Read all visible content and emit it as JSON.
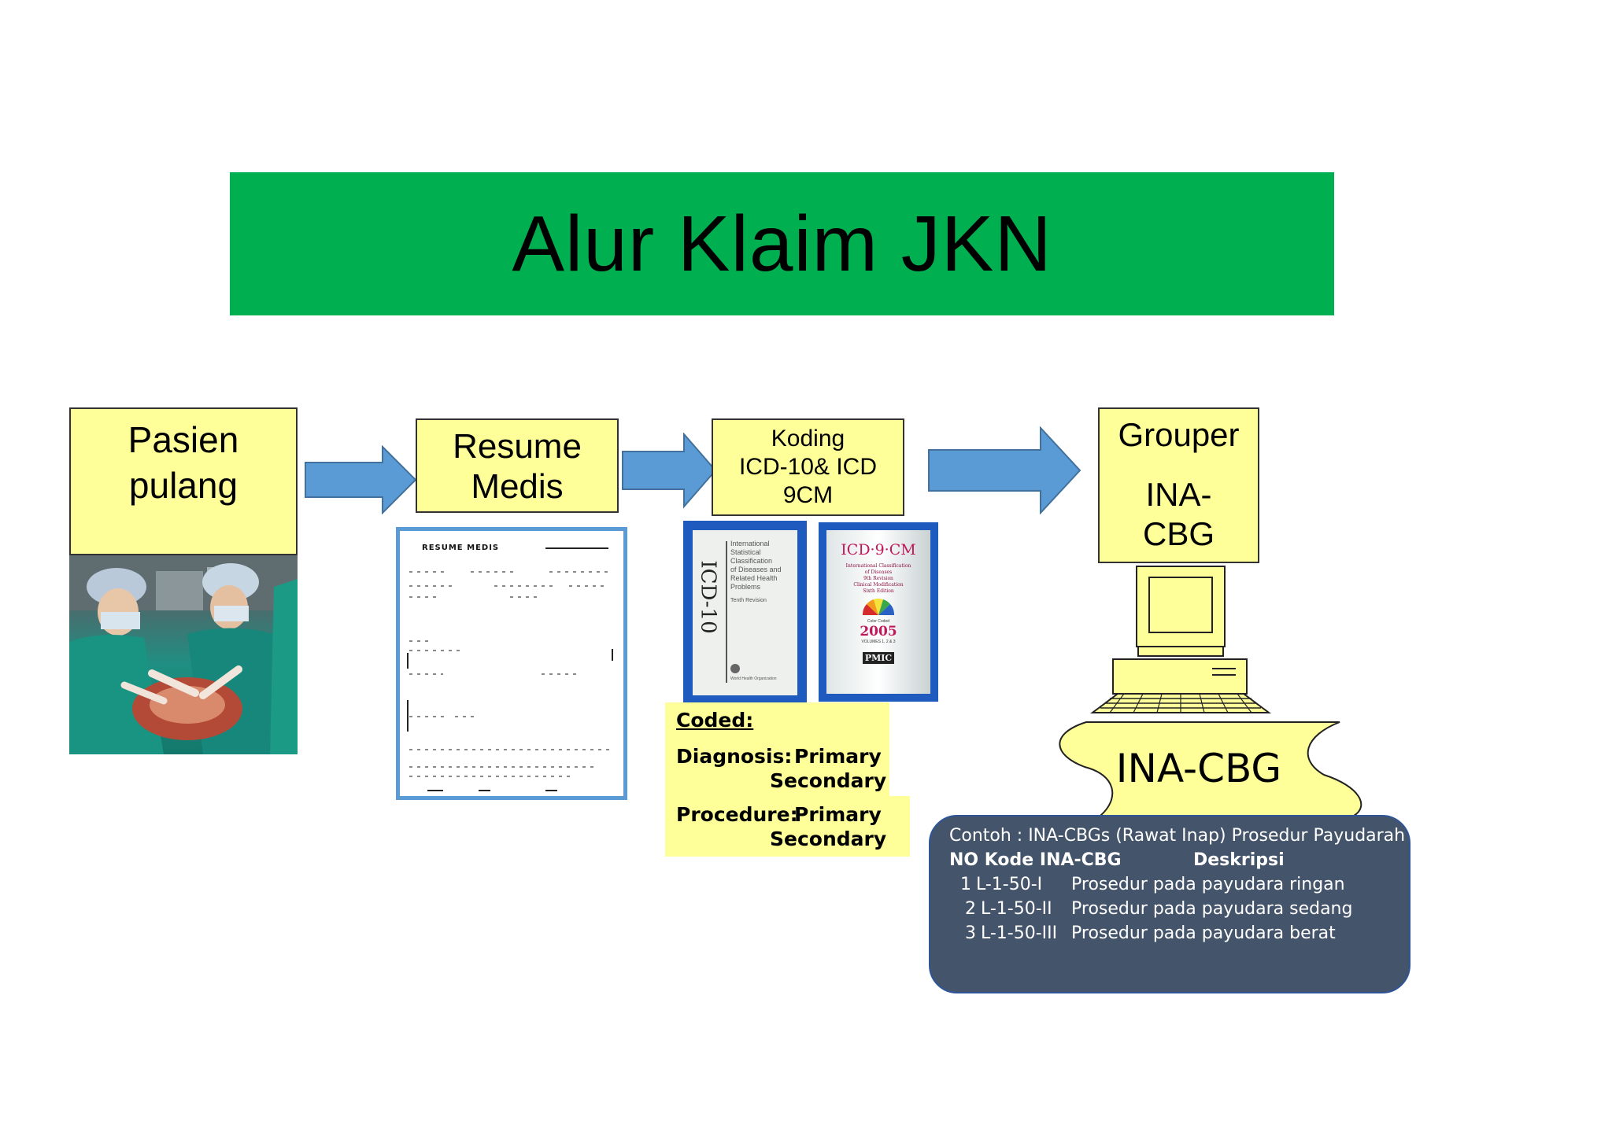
{
  "title": "Alur Klaim JKN",
  "steps": {
    "pasien": {
      "line1": "Pasien",
      "line2": "pulang"
    },
    "resume": {
      "line1": "Resume",
      "line2": "Medis"
    },
    "koding": {
      "line1": "Koding",
      "line2": "ICD-10& ICD",
      "line3": "9CM"
    },
    "grouper": {
      "line1": "Grouper",
      "line2": "INA-",
      "line3": "CBG"
    }
  },
  "resume_doc": {
    "heading": "RESUME MEDIS"
  },
  "books": {
    "icd10": {
      "spine": "ICD-10",
      "cover_text": [
        "International",
        "Statistical",
        "Classification",
        "of Diseases and",
        "Related Health",
        "Problems"
      ],
      "revision": "Tenth Revision",
      "publisher": "World Health Organization"
    },
    "icd9": {
      "title": "ICD·9·CM",
      "subtitle": [
        "International Classification",
        "of Diseases",
        "9th Revision",
        "Clinical Modification",
        "Sixth Edition"
      ],
      "color_coded": "Color Coded",
      "year": "2005",
      "volumes": "VOLUMES 1, 2 & 3",
      "publisher": "PMIC"
    }
  },
  "coded": {
    "heading": "Coded:",
    "diagnosis_label": "Diagnosis:",
    "diagnosis_primary": "Primary",
    "diagnosis_secondary": "Secondary",
    "procedure_label": "Procedure:",
    "procedure_primary": "Primary",
    "procedure_secondary": "Secondary"
  },
  "inacbg_banner": "INA-CBG",
  "example": {
    "caption": "Contoh : INA-CBGs (Rawat Inap) Prosedur Payudarah",
    "headers": {
      "no_kode": "NO Kode INA-CBG",
      "deskripsi": "Deskripsi"
    },
    "rows": [
      {
        "no": "1",
        "kode": "L-1-50-I",
        "deskripsi": "Prosedur pada payudara ringan"
      },
      {
        "no": "2",
        "kode": "L-1-50-II",
        "deskripsi": "Prosedur pada payudara sedang"
      },
      {
        "no": "3",
        "kode": "L-1-50-III",
        "deskripsi": "Prosedur pada payudara berat"
      }
    ]
  },
  "colors": {
    "title_banner": "#00b050",
    "box_fill": "#ffff99",
    "arrow": "#5b9bd5",
    "panel": "#44546a",
    "book_border": "#1f5bbf"
  }
}
